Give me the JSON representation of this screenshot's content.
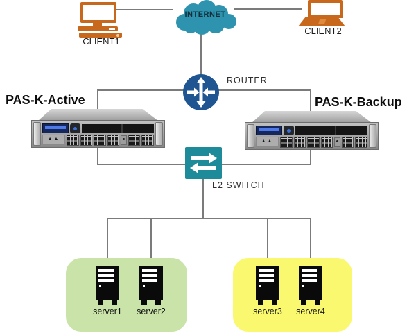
{
  "diagram": {
    "type": "network-topology",
    "nodes": {
      "client1": {
        "label": "CLIENT1",
        "icon": "desktop-computer-icon",
        "color": "#C8681C"
      },
      "internet": {
        "label": "INTERNET",
        "icon": "cloud-icon",
        "color": "#2D93AE"
      },
      "client2": {
        "label": "CLIENT2",
        "icon": "laptop-icon",
        "color": "#C8681C"
      },
      "router": {
        "label": "ROUTER",
        "icon": "router-icon",
        "color": "#1F5591"
      },
      "pask_active": {
        "label": "PAS-K-Active",
        "icon": "rack-appliance-image"
      },
      "pask_backup": {
        "label": "PAS-K-Backup",
        "icon": "rack-appliance-image"
      },
      "l2_switch": {
        "label": "L2 SWITCH",
        "icon": "ethernet-switch-icon",
        "color": "#1E8B9B"
      },
      "server1": {
        "label": "server1",
        "icon": "server-tower-icon"
      },
      "server2": {
        "label": "server2",
        "icon": "server-tower-icon"
      },
      "server3": {
        "label": "server3",
        "icon": "server-tower-icon"
      },
      "server4": {
        "label": "server4",
        "icon": "server-tower-icon"
      }
    },
    "groups": [
      {
        "name": "server-group-green",
        "color": "#C9E3A9",
        "members": [
          "server1",
          "server2"
        ]
      },
      {
        "name": "server-group-yellow",
        "color": "#F9F86E",
        "members": [
          "server3",
          "server4"
        ]
      }
    ],
    "edges": [
      [
        "client1",
        "internet"
      ],
      [
        "internet",
        "client2"
      ],
      [
        "internet",
        "router"
      ],
      [
        "router",
        "pask_active"
      ],
      [
        "router",
        "pask_backup"
      ],
      [
        "pask_active",
        "l2_switch"
      ],
      [
        "pask_backup",
        "l2_switch"
      ],
      [
        "l2_switch",
        "server1"
      ],
      [
        "l2_switch",
        "server2"
      ],
      [
        "l2_switch",
        "server3"
      ],
      [
        "l2_switch",
        "server4"
      ]
    ],
    "line_color": "#7b7b7b"
  }
}
